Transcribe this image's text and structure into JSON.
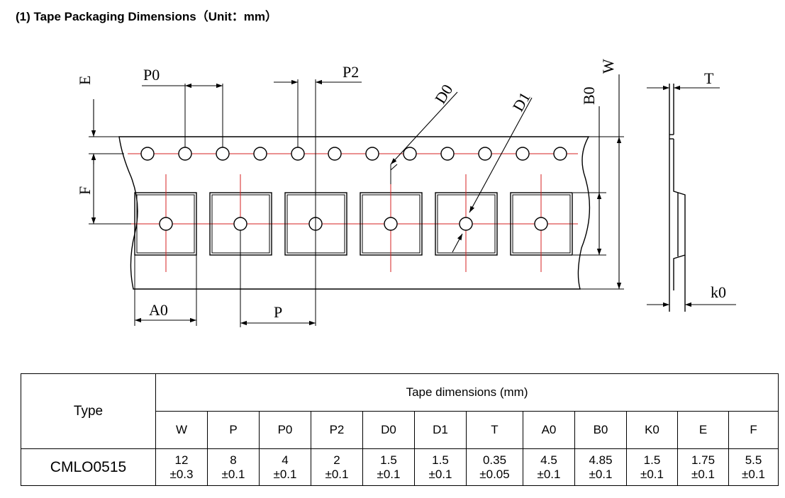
{
  "title": "(1) Tape Packaging Dimensions（Unit：mm）",
  "diagram": {
    "labels": {
      "E": "E",
      "P0": "P0",
      "P2": "P2",
      "D0": "D0",
      "D1": "D1",
      "B0": "B0",
      "W": "W",
      "T": "T",
      "F": "F",
      "A0": "A0",
      "P": "P",
      "k0": "k0"
    }
  },
  "table": {
    "type_header": "Type",
    "group_header": "Tape dimensions (mm)",
    "columns": [
      "W",
      "P",
      "P0",
      "P2",
      "D0",
      "D1",
      "T",
      "A0",
      "B0",
      "K0",
      "E",
      "F"
    ],
    "rows": [
      {
        "type": "CMLO0515",
        "values": [
          {
            "nominal": "12",
            "tol": "±0.3"
          },
          {
            "nominal": "8",
            "tol": "±0.1"
          },
          {
            "nominal": "4",
            "tol": "±0.1"
          },
          {
            "nominal": "2",
            "tol": "±0.1"
          },
          {
            "nominal": "1.5",
            "tol": "±0.1"
          },
          {
            "nominal": "1.5",
            "tol": "±0.1"
          },
          {
            "nominal": "0.35",
            "tol": "±0.05"
          },
          {
            "nominal": "4.5",
            "tol": "±0.1"
          },
          {
            "nominal": "4.85",
            "tol": "±0.1"
          },
          {
            "nominal": "1.5",
            "tol": "±0.1"
          },
          {
            "nominal": "1.75",
            "tol": "±0.1"
          },
          {
            "nominal": "5.5",
            "tol": "±0.1"
          }
        ]
      }
    ]
  },
  "colors": {
    "centerline": "#d62020",
    "line": "#000000"
  }
}
